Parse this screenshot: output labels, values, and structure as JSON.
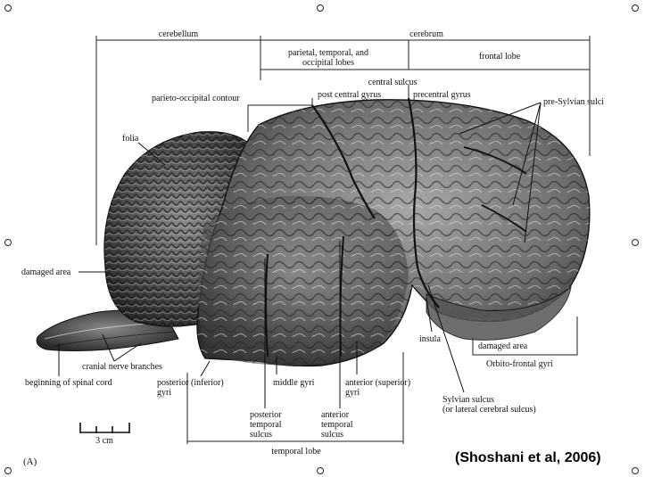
{
  "figure": {
    "panel_letter": "(A)",
    "citation": "(Shoshani et  al, 2006)",
    "scale_bar": "3 cm"
  },
  "headers": {
    "cerebellum": "cerebellum",
    "cerebrum": "cerebrum",
    "parietal_temporal_occipital": [
      "parietal, temporal, and",
      "occipital lobes"
    ],
    "frontal_lobe": "frontal lobe",
    "temporal_lobe": "temporal lobe"
  },
  "labels": {
    "central_sulcus": "central sulcus",
    "post_central_gyrus": "post central gyrus",
    "precentral_gyrus": "precentral gyrus",
    "parieto_occipital_contour": "parieto-occipital contour",
    "pre_sylvian_sulci": "pre-Sylvian sulci",
    "folia": "folia",
    "damaged_area_left": "damaged area",
    "cranial_nerve_branches": "cranial nerve branches",
    "beginning_spinal_cord": "beginning of spinal cord",
    "posterior_inferior_gyri": [
      "posterior (inferior)",
      "gyri"
    ],
    "middle_gyri": "middle gyri",
    "anterior_superior_gyri": [
      "anterior (superior)",
      "gyri"
    ],
    "posterior_temporal_sulcus": [
      "posterior",
      "temporal",
      "sulcus"
    ],
    "anterior_temporal_sulcus": [
      "anterior",
      "temporal",
      "sulcus"
    ],
    "insula": "insula",
    "damaged_area_right": "damaged area",
    "orbito_frontal_gyri": "Orbito-frontal gyri",
    "sylvian_sulcus": [
      "Sylvian sulcus",
      "(or lateral cerebral sulcus)"
    ]
  }
}
